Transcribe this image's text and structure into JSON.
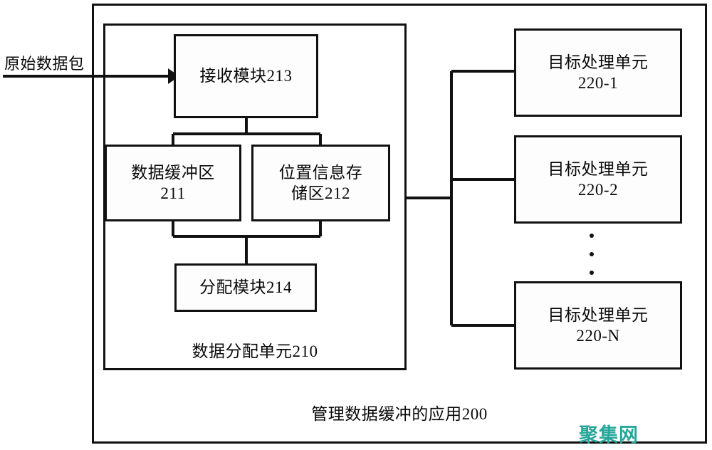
{
  "diagram": {
    "outer_frame_label": "管理数据缓冲的应用200",
    "inner_unit_label": "数据分配单元210",
    "input_label": "原始数据包",
    "blocks": {
      "receive_module": "接收模块213",
      "data_buffer_line1": "数据缓冲区",
      "data_buffer_line2": "211",
      "location_store_line1": "位置信息存",
      "location_store_line2": "储区212",
      "allocate_module": "分配模块214"
    },
    "processing_units": [
      {
        "line1": "目标处理单元",
        "line2": "220-1"
      },
      {
        "line1": "目标处理单元",
        "line2": "220-2"
      },
      {
        "line1": "目标处理单元",
        "line2": "220-N"
      }
    ],
    "ellipsis_dots": 3,
    "watermark": "聚集网",
    "colors": {
      "line": "#111111",
      "text": "#0a0a0a",
      "background": "#ffffff",
      "watermark": "#27a69a"
    }
  }
}
